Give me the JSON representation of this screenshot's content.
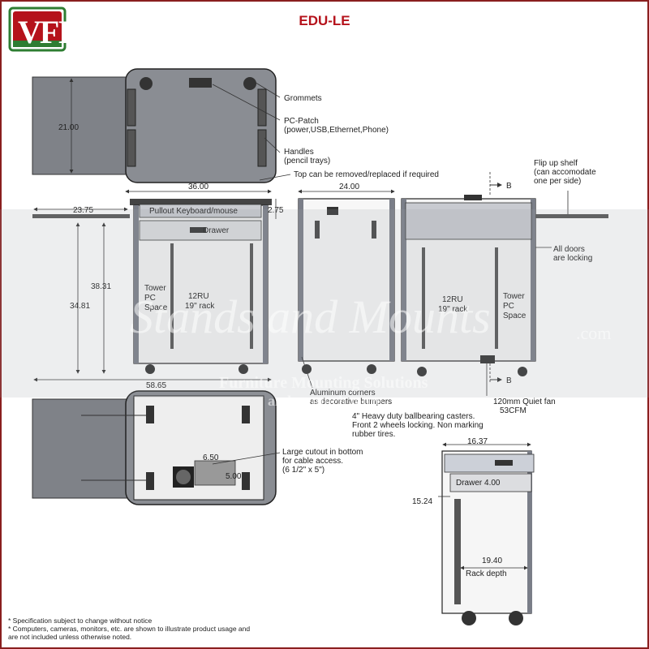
{
  "header": {
    "brand": "VFI",
    "model": "EDU-LE"
  },
  "callouts": {
    "grommets": "Grommets",
    "pc_patch_1": "PC-Patch",
    "pc_patch_2": "(power,USB,Ethernet,Phone)",
    "handles_1": "Handles",
    "handles_2": "(pencil trays)",
    "top_removable": "Top can be removed/replaced if required",
    "flip_shelf_1": "Flip up shelf",
    "flip_shelf_2": "(can accomodate",
    "flip_shelf_3": "one per side)",
    "doors_1": "All doors",
    "doors_2": "are locking",
    "corners_1": "Aluminum corners",
    "corners_2": "as decorative bumpers",
    "fan_1": "120mm Quiet fan",
    "fan_2": "53CFM",
    "casters_1": "4\" Heavy duty ballbearing casters.",
    "casters_2": "Front 2 wheels locking. Non marking",
    "casters_3": "rubber tires.",
    "cutout_1": "Large cutout in bottom",
    "cutout_2": "for cable access.",
    "cutout_3": "(6 1/2\" x 5\")",
    "section_mark": "B"
  },
  "interior": {
    "keyboard": "Pullout Keyboard/mouse",
    "drawer": "Drawer",
    "tower_1": "Tower",
    "tower_2": "PC",
    "tower_3": "Space",
    "rack_1": "12RU",
    "rack_2": "19\" rack",
    "drawer_depth": "Drawer 4.00",
    "rack_depth_1": "19.40",
    "rack_depth_2": "Rack depth"
  },
  "dimensions": {
    "top_depth": "21.00",
    "front_width": "36.00",
    "side_depth": "24.00",
    "shelf_width": "23.75",
    "top_thickness": "2.75",
    "height_body": "38.31",
    "height_total": "34.81",
    "overall_width": "58.65",
    "cutout_w": "6.50",
    "cutout_h": "5.00",
    "section_width": "16.37",
    "section_height": "15.24"
  },
  "watermark": {
    "line1": "Stands and Mounts",
    "line2": ".com",
    "line3": "Furniture Mounting Solutions",
    "line4": "and so much more"
  },
  "notes": {
    "n1": "* Specification subject to change without notice",
    "n2": "* Computers, cameras, monitors, etc. are shown to illustrate product usage and",
    "n3": "are not included unless otherwise noted."
  },
  "colors": {
    "brand_red": "#b5121b",
    "logo_green": "#2e7d32",
    "frame": "#8a1f1f",
    "panel_gray": "#8a8d93",
    "line": "#333333"
  }
}
